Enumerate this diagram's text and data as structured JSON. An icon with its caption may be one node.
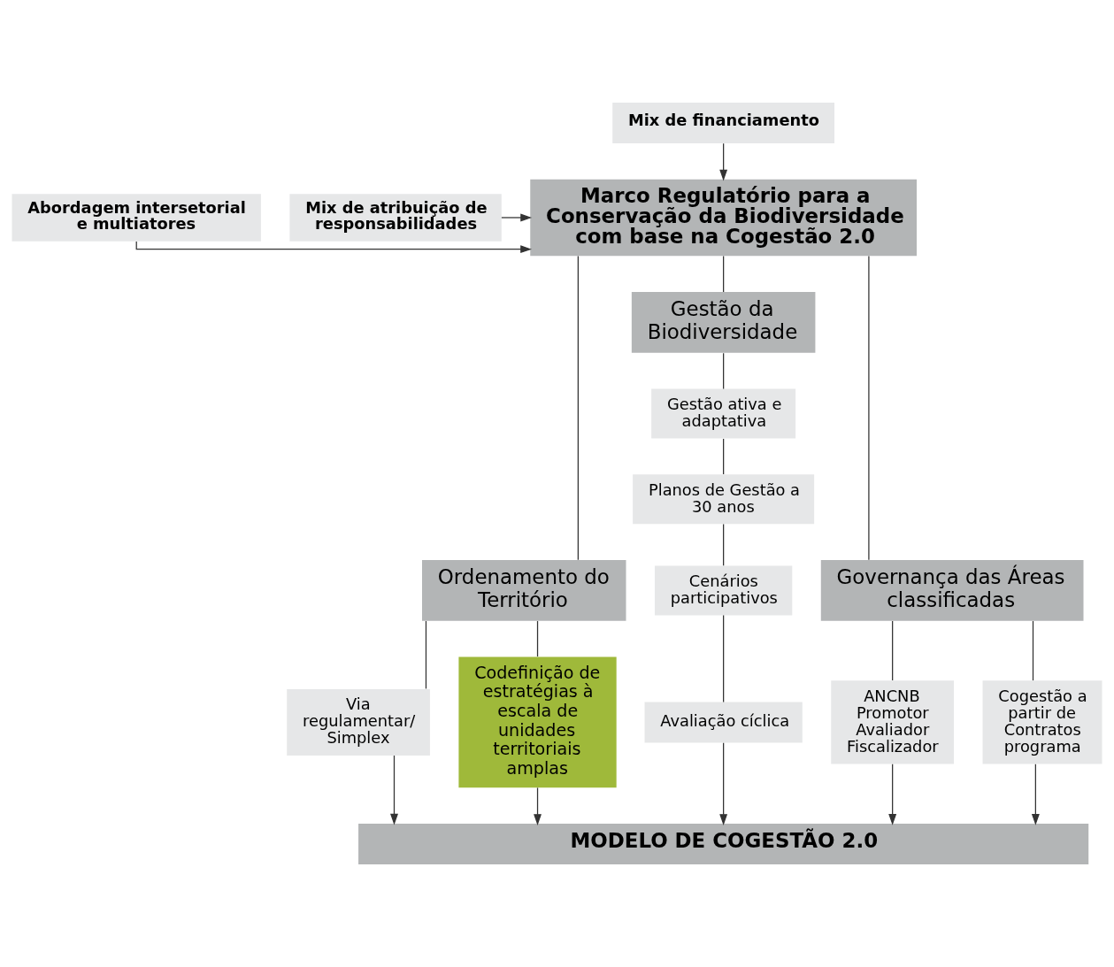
{
  "diagram": {
    "nodes": [
      {
        "text": [
          "Mix de financiamento"
        ]
      },
      {
        "text": [
          "Abordagem intersetorial e multiatores"
        ]
      },
      {
        "text": [
          "Marco Regulatório para a Conservação da Biodiversidade com base na Cogestão 2.0"
        ]
      },
      {
        "text": [
          "Mix de atribuição de responsabilidades"
        ]
      },
      {
        "text": [
          "Ordenamento do Território"
        ]
      },
      {
        "text": [
          "Gestão da Biodiversidade"
        ]
      },
      {
        "text": [
          "Governança das Áreas classificadas"
        ]
      },
      {
        "text": [
          "Via regulamentar/ Simplex"
        ]
      },
      {
        "text": [
          "Codefinição de estratégias à escala de unidades territoriais amplas"
        ]
      },
      {
        "text": [
          "Gestão ativa e adaptativa"
        ]
      },
      {
        "text": [
          "Planos de Gestão a 30 anos"
        ]
      },
      {
        "text": [
          "Cenários participativos"
        ]
      },
      {
        "text": [
          "Avaliação cíclica"
        ]
      },
      {
        "text": [
          "ANCNB Promotor Avaliador Fiscalizador"
        ]
      },
      {
        "text": [
          "Cogestão a partir de Contratos programa"
        ]
      },
      {
        "text": [
          "MODELO DE COGESTÃO 2.0"
        ]
      }
    ],
    "edges": [
      {
        "from": 0,
        "to": 2,
        "arrow": "to"
      },
      {
        "from": 1,
        "to": 2,
        "arrow": "to"
      },
      {
        "from": 3,
        "to": 2,
        "arrow": "to"
      },
      {
        "from": 2,
        "to": 4,
        "arrow": "none"
      },
      {
        "from": 2,
        "to": 5,
        "arrow": "none"
      },
      {
        "from": 2,
        "to": 6,
        "arrow": "none"
      },
      {
        "from": 4,
        "to": 7,
        "arrow": "none"
      },
      {
        "from": 4,
        "to": 8,
        "arrow": "none"
      },
      {
        "from": 5,
        "to": 9,
        "arrow": "none"
      },
      {
        "from": 9,
        "to": 10,
        "arrow": "none"
      },
      {
        "from": 10,
        "to": 11,
        "arrow": "none"
      },
      {
        "from": 11,
        "to": 12,
        "arrow": "none"
      },
      {
        "from": 6,
        "to": 13,
        "arrow": "none"
      },
      {
        "from": 6,
        "to": 14,
        "arrow": "none"
      },
      {
        "from": 7,
        "to": 15,
        "arrow": "to"
      },
      {
        "from": 8,
        "to": 15,
        "arrow": "to"
      },
      {
        "from": 12,
        "to": 15,
        "arrow": "to"
      },
      {
        "from": 13,
        "to": 15,
        "arrow": "to"
      },
      {
        "from": 14,
        "to": 15,
        "arrow": "to"
      }
    ]
  }
}
